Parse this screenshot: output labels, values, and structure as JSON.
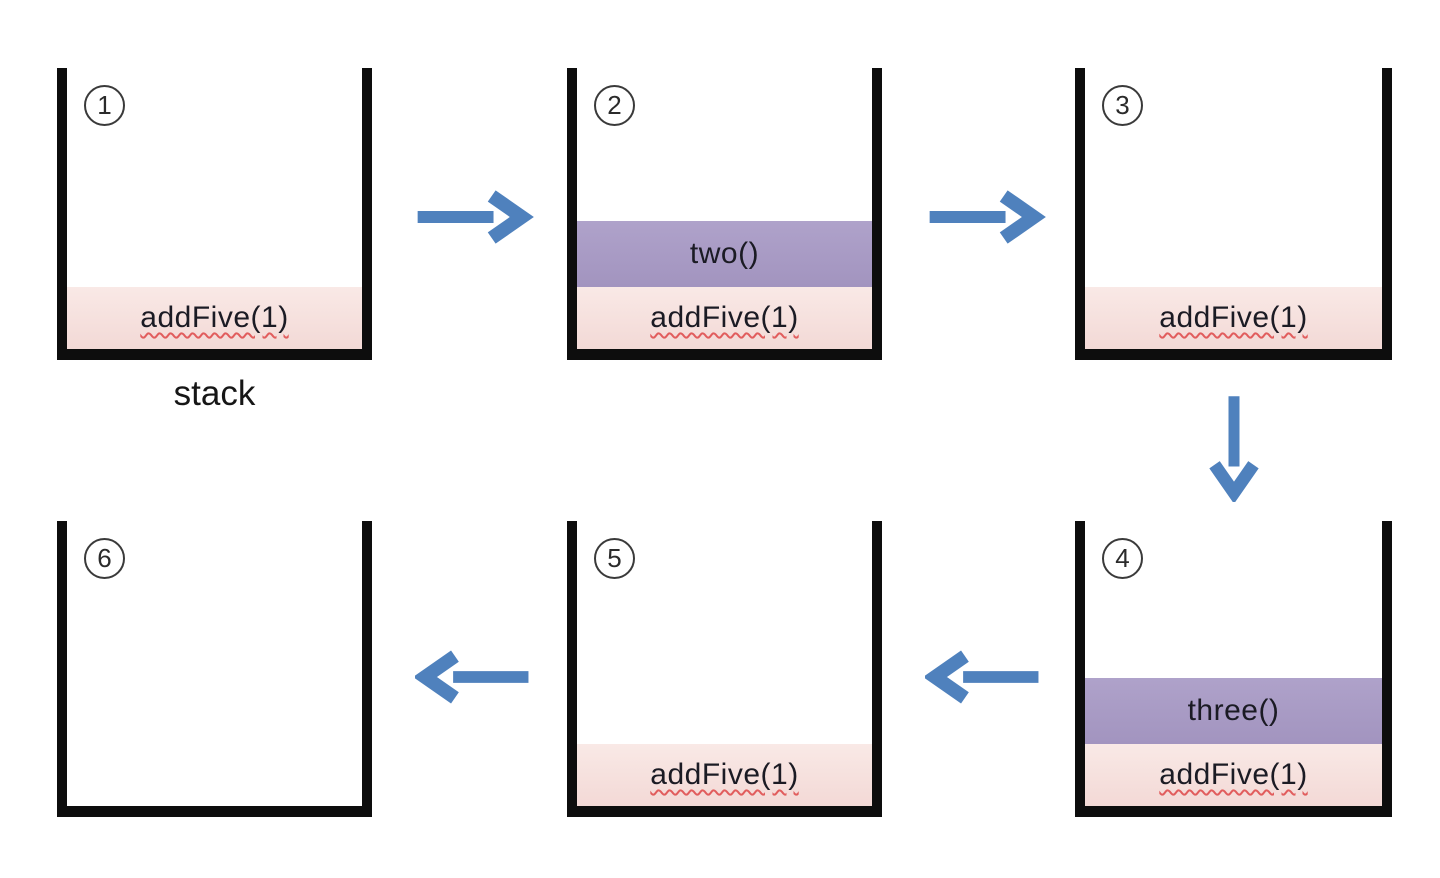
{
  "diagram": {
    "caption": "stack",
    "colors": {
      "arrow": "#4f81bd",
      "frame_pink": "#f5dedb",
      "frame_purple": "#a89bc4",
      "wall": "#0d0d0d",
      "squiggle_underline": "#e15d5d",
      "text": "#1b1b24"
    },
    "stacks": [
      {
        "number": "1",
        "frames": [
          {
            "text": "addFive(1)",
            "style": "pink"
          }
        ]
      },
      {
        "number": "2",
        "frames": [
          {
            "text": "two()",
            "style": "purple"
          },
          {
            "text": "addFive(1)",
            "style": "pink"
          }
        ]
      },
      {
        "number": "3",
        "frames": [
          {
            "text": "addFive(1)",
            "style": "pink"
          }
        ]
      },
      {
        "number": "4",
        "frames": [
          {
            "text": "three()",
            "style": "purple"
          },
          {
            "text": "addFive(1)",
            "style": "pink"
          }
        ]
      },
      {
        "number": "5",
        "frames": [
          {
            "text": "addFive(1)",
            "style": "pink"
          }
        ]
      },
      {
        "number": "6",
        "frames": []
      }
    ],
    "arrows": [
      {
        "name": "arrow-1-to-2",
        "direction": "right"
      },
      {
        "name": "arrow-2-to-3",
        "direction": "right"
      },
      {
        "name": "arrow-3-to-4",
        "direction": "down"
      },
      {
        "name": "arrow-4-to-5",
        "direction": "left"
      },
      {
        "name": "arrow-5-to-6",
        "direction": "left"
      }
    ]
  }
}
